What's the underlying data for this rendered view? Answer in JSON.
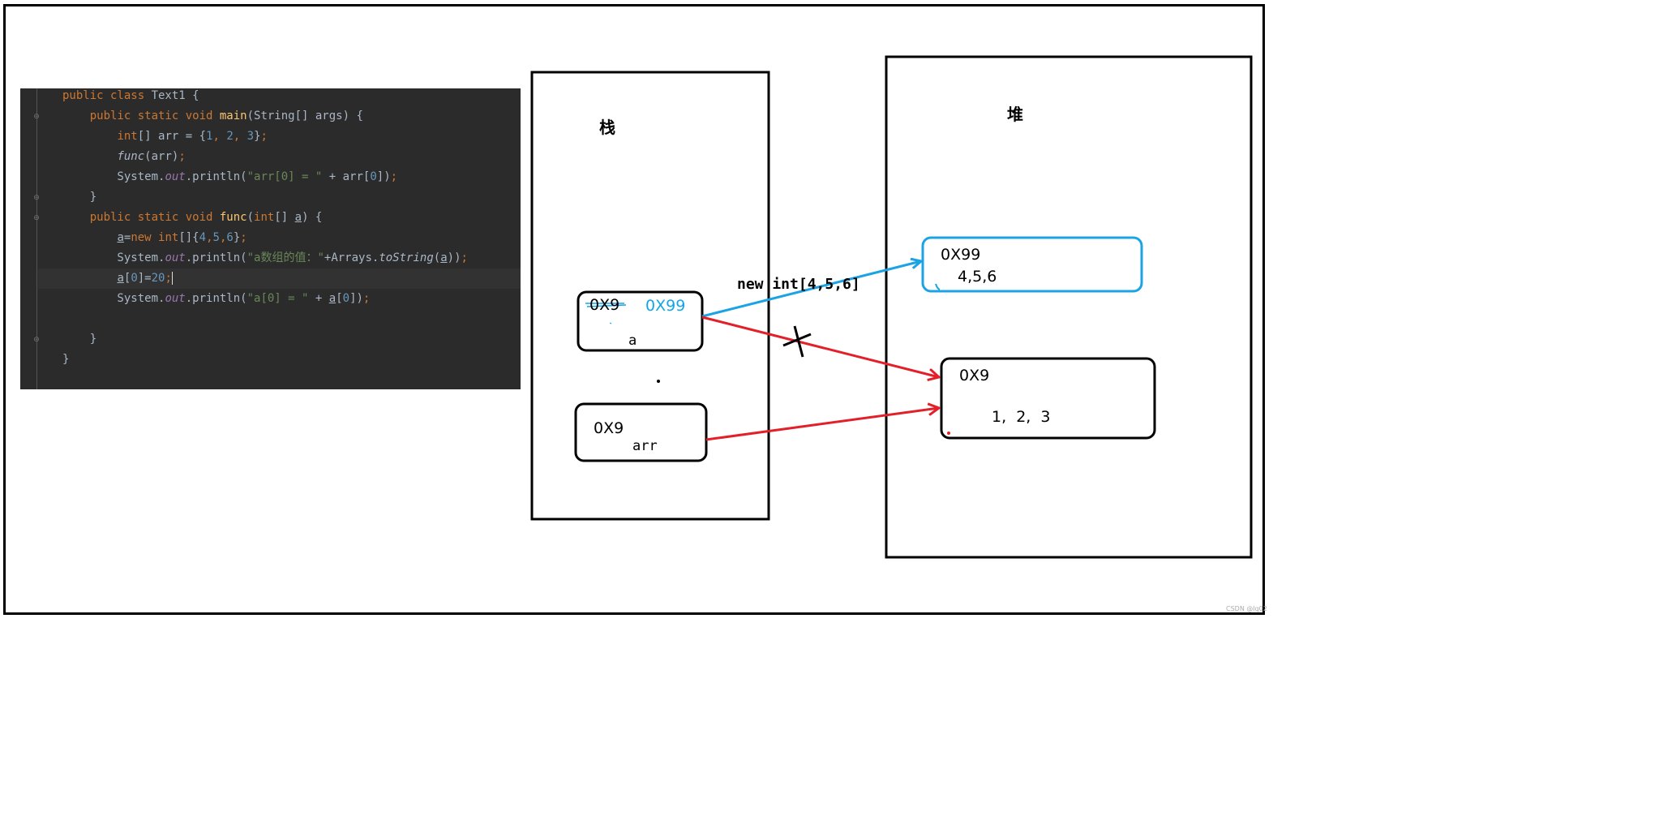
{
  "code": {
    "lines": [
      [
        [
          "kw",
          "public class "
        ],
        [
          "",
          "Text1 {"
        ]
      ],
      [
        [
          "",
          "    "
        ],
        [
          "kw",
          "public static void "
        ],
        [
          "fn",
          "main"
        ],
        [
          "",
          "(String[] args) {"
        ]
      ],
      [
        [
          "",
          "        "
        ],
        [
          "kw",
          "int"
        ],
        [
          "",
          "[] arr = {"
        ],
        [
          "num",
          "1"
        ],
        [
          "kw",
          ", "
        ],
        [
          "num",
          "2"
        ],
        [
          "kw",
          ", "
        ],
        [
          "num",
          "3"
        ],
        [
          "",
          "}"
        ],
        [
          "kw",
          ";"
        ]
      ],
      [
        [
          "",
          "        "
        ],
        [
          "itl",
          "func"
        ],
        [
          "",
          "(arr)"
        ],
        [
          "kw",
          ";"
        ]
      ],
      [
        [
          "",
          "        System."
        ],
        [
          "fld",
          "out"
        ],
        [
          "",
          ".println("
        ],
        [
          "str",
          "\"arr[0] = \""
        ],
        [
          "",
          " + arr["
        ],
        [
          "num",
          "0"
        ],
        [
          "",
          "])"
        ],
        [
          "kw",
          ";"
        ]
      ],
      [
        [
          "",
          "    }"
        ]
      ],
      [
        [
          "",
          "    "
        ],
        [
          "kw",
          "public static void "
        ],
        [
          "fn",
          "func"
        ],
        [
          "",
          "("
        ],
        [
          "kw",
          "int"
        ],
        [
          "",
          "[] "
        ],
        [
          "udl",
          "a"
        ],
        [
          "",
          ") {"
        ]
      ],
      [
        [
          "",
          "        "
        ],
        [
          "udl",
          "a"
        ],
        [
          "",
          "="
        ],
        [
          "kw",
          "new "
        ],
        [
          "kw",
          "int"
        ],
        [
          "",
          "[]{"
        ],
        [
          "num",
          "4"
        ],
        [
          "kw",
          ","
        ],
        [
          "num",
          "5"
        ],
        [
          "kw",
          ","
        ],
        [
          "num",
          "6"
        ],
        [
          "",
          "}"
        ],
        [
          "kw",
          ";"
        ]
      ],
      [
        [
          "",
          "        System."
        ],
        [
          "fld",
          "out"
        ],
        [
          "",
          ".println("
        ],
        [
          "str",
          "\"a数组的值：\""
        ],
        [
          "",
          "+Arrays."
        ],
        [
          "itl",
          "toString"
        ],
        [
          "",
          "("
        ],
        [
          "udl",
          "a"
        ],
        [
          "",
          "))"
        ],
        [
          "kw",
          ";"
        ]
      ],
      [
        [
          "",
          "        "
        ],
        [
          "udl",
          "a"
        ],
        [
          "",
          "["
        ],
        [
          "num",
          "0"
        ],
        [
          "",
          "]="
        ],
        [
          "num",
          "20"
        ],
        [
          "kw",
          ";"
        ],
        [
          "caret",
          ""
        ]
      ],
      [
        [
          "",
          "        System."
        ],
        [
          "fld",
          "out"
        ],
        [
          "",
          ".println("
        ],
        [
          "str",
          "\"a[0] = \""
        ],
        [
          "",
          " + "
        ],
        [
          "udl",
          "a"
        ],
        [
          "",
          "["
        ],
        [
          "num",
          "0"
        ],
        [
          "",
          "])"
        ],
        [
          "kw",
          ";"
        ]
      ],
      [
        [
          "",
          ""
        ]
      ],
      [
        [
          "",
          "    }"
        ]
      ],
      [
        [
          "",
          "}"
        ]
      ]
    ]
  },
  "stack": {
    "title": "栈"
  },
  "heap": {
    "title": "堆"
  },
  "stack_a": {
    "old_addr": "0X9",
    "new_addr": "0X99",
    "name": "a"
  },
  "stack_arr": {
    "addr": "0X9",
    "name": "arr"
  },
  "heap_new": {
    "addr": "0X99",
    "values": "4,5,6"
  },
  "heap_old": {
    "addr": "0X9",
    "values": "1,  2,  3"
  },
  "arrow_label": "new int[4,5,6]",
  "watermark": "CSDN @lq02",
  "colors": {
    "blue": "#1ca3e3",
    "red": "#e3202a",
    "blue_text": "#14a5e6"
  }
}
